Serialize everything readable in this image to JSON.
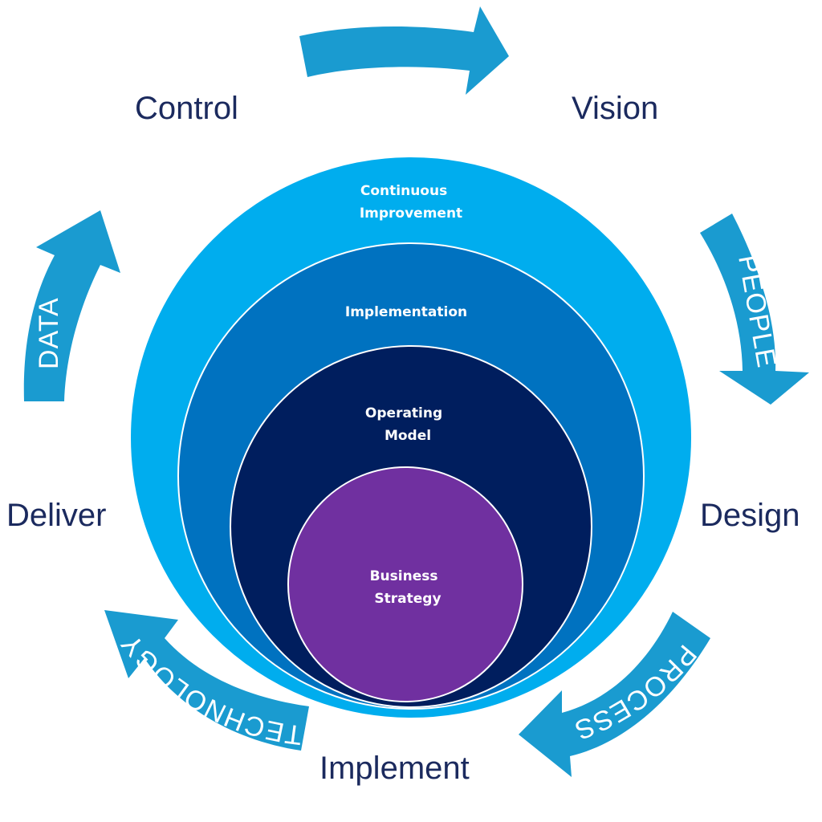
{
  "stages": {
    "control": "Control",
    "vision": "Vision",
    "design": "Design",
    "implement": "Implement",
    "deliver": "Deliver"
  },
  "rings": {
    "continuous_1": "Continuous",
    "continuous_2": "Improvement",
    "implementation": "Implementation",
    "operating_1": "Operating",
    "operating_2": "Model",
    "business_1": "Business",
    "business_2": "Strategy"
  },
  "arrows": {
    "people": "PEOPLE",
    "process": "PROCESS",
    "technology": "TECHNOLOGY",
    "data": "DATA"
  },
  "colors": {
    "arrow": "#1a9bd0",
    "outer_ring": "#00adee",
    "mid_ring": "#0072c0",
    "inner_ring": "#001e5e",
    "core": "#7030a0",
    "stage_text": "#1b2a5e"
  }
}
